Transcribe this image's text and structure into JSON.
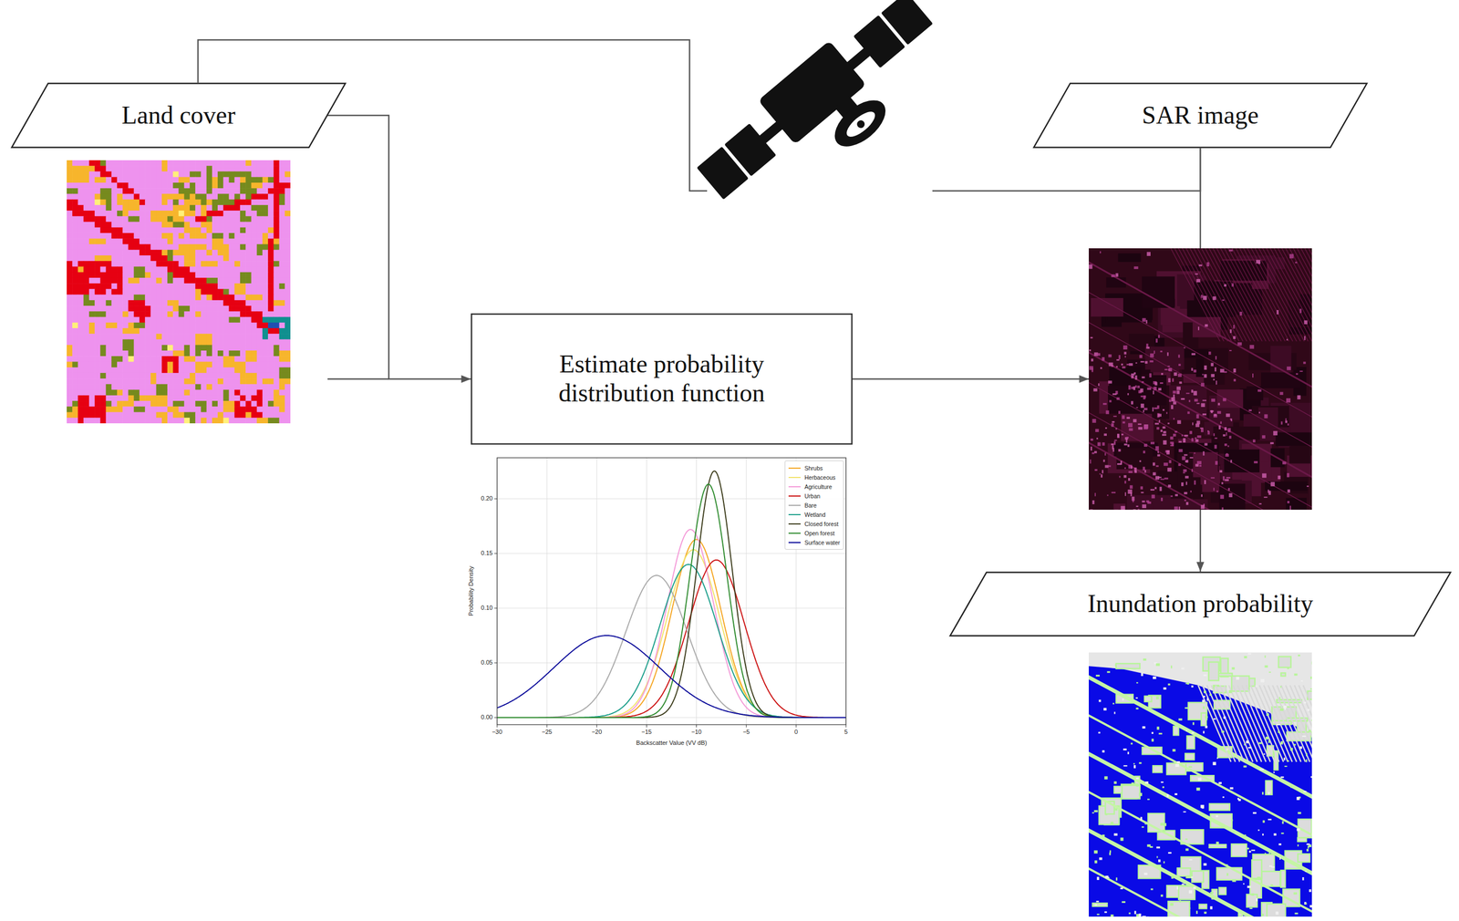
{
  "diagram": {
    "nodes": [
      {
        "text": [
          "Land cover"
        ]
      },
      {
        "text": [
          "SAR image"
        ]
      },
      {
        "text": [
          "Estimate probability distribution function"
        ]
      },
      {
        "text": [
          "Inundation probability"
        ]
      }
    ],
    "edges": [
      {
        "from": 0,
        "to": 2,
        "arrow": "to"
      },
      {
        "from": 0,
        "to": 1,
        "arrow": "none"
      },
      {
        "from": 1,
        "to": 3,
        "arrow": "to"
      }
    ],
    "labels": [
      "Probability Density",
      "0.00",
      "0.05",
      "0.10",
      "0.15",
      "0.20",
      "−30",
      "−25",
      "−20",
      "−15",
      "−10",
      "−5",
      "0",
      "5",
      "Backscatter Value (VV dB)"
    ],
    "legend": [
      {
        "text": "Shrubs"
      },
      {
        "text": "Herbaceous"
      },
      {
        "text": "Agriculture"
      },
      {
        "text": "Urban"
      },
      {
        "text": "Bare"
      },
      {
        "text": "Wetland"
      },
      {
        "text": "Closed forest"
      },
      {
        "text": "Open forest"
      },
      {
        "text": "Surface water"
      }
    ]
  }
}
